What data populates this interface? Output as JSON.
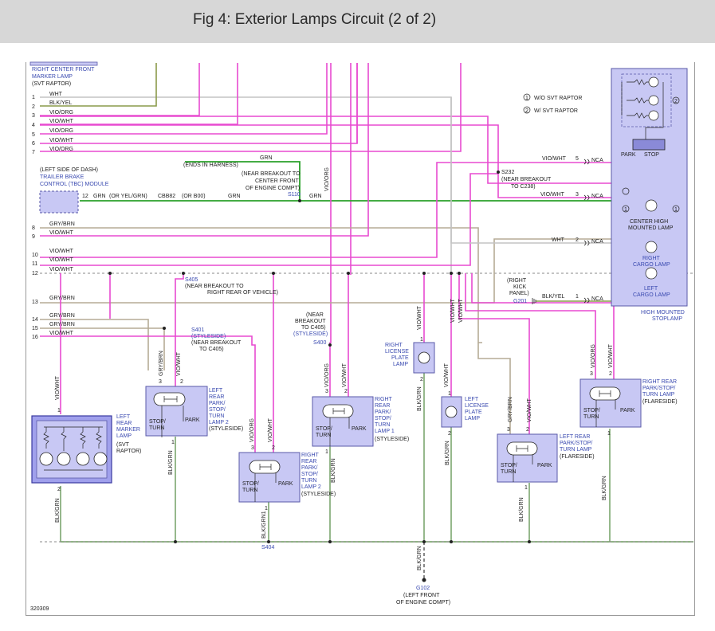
{
  "header": {
    "title": "Fig 4: Exterior Lamps Circuit (2 of 2)"
  },
  "colors": {
    "vio": "#e84ad0",
    "grn": "#2aa02a",
    "gry": "#b8b8b8",
    "gry_brn": "#b5ab96",
    "blk_yel": "#8a9a4a",
    "blk_grn": "#6a9a5a",
    "component_fill": "#c8c8f4",
    "component_stroke": "#5a5aa8",
    "label_blue": "#3a4ab0"
  },
  "top_left": {
    "module_label": [
      "RIGHT CENTER FRONT",
      "MARKER LAMP",
      "(SVT RAPTOR)"
    ],
    "wires": [
      {
        "pin": "1",
        "color": "WHT"
      },
      {
        "pin": "2",
        "color": "BLK/YEL"
      },
      {
        "pin": "3",
        "color": "VIO/ORG"
      },
      {
        "pin": "4",
        "color": "VIO/WHT"
      },
      {
        "pin": "5",
        "color": "VIO/ORG"
      },
      {
        "pin": "6",
        "color": "VIO/WHT"
      },
      {
        "pin": "7",
        "color": "VIO/ORG"
      }
    ]
  },
  "tbc": {
    "label": [
      "(LEFT SIDE OF DASH)",
      "TRAILER BRAKE",
      "CONTROL (TBC) MODULE"
    ],
    "pin": "12",
    "wire1": "GRN",
    "alt1": "(OR YEL/GRN)",
    "connector": "CBB82",
    "alt2": "(OR B00)",
    "wire2": "GRN",
    "ends": "(ENDS IN HARNESS)",
    "ends_wire": "GRN",
    "splice_note": [
      "(NEAR BREAKOUT TO",
      "CENTER FRONT",
      "OF ENGINE COMPT)"
    ],
    "splice": "S110",
    "splice_wire": "GRN",
    "vertical_wire": "VIO/ORG"
  },
  "left_wires": [
    {
      "pin": "8",
      "color": "GRY/BRN"
    },
    {
      "pin": "9",
      "color": "VIO/WHT"
    },
    {
      "pin": "10",
      "color": "VIO/WHT"
    },
    {
      "pin": "11",
      "color": "VIO/WHT"
    },
    {
      "pin": "12",
      "color": "VIO/WHT"
    },
    {
      "pin": "13",
      "color": "GRY/BRN"
    },
    {
      "pin": "14",
      "color": "GRY/BRN"
    },
    {
      "pin": "15",
      "color": "GRY/BRN"
    },
    {
      "pin": "16",
      "color": "VIO/WHT"
    }
  ],
  "splices": {
    "s405": {
      "id": "S405",
      "note": [
        "(NEAR BREAKOUT TO",
        "RIGHT REAR OF VEHICLE)"
      ]
    },
    "s401": {
      "id": "S401",
      "note": [
        "(STYLESIDE)",
        "(NEAR BREAKOUT",
        "TO C405)"
      ]
    },
    "s400": {
      "id": "S400",
      "note": [
        "(NEAR",
        "BREAKOUT",
        "TO C405)",
        "(STYLESIDE)"
      ]
    },
    "s232": {
      "id": "S232",
      "note": [
        "(NEAR BREAKOUT",
        "TO C238)"
      ]
    },
    "s404": {
      "id": "S404"
    }
  },
  "legend": {
    "item1": {
      "num": "1",
      "text": "W/O SVT RAPTOR"
    },
    "item2": {
      "num": "2",
      "text": "W/ SVT RAPTOR"
    }
  },
  "hmsl": {
    "label": [
      "HIGH MOUNTED",
      "STOPLAMP"
    ],
    "park": "PARK",
    "stop": "STOP",
    "chmsl": [
      "CENTER HIGH",
      "MOUNTED LAMP"
    ],
    "rcargo": [
      "RIGHT",
      "CARGO LAMP"
    ],
    "lcargo": [
      "LEFT",
      "CARGO LAMP"
    ],
    "pins": [
      {
        "pin": "5",
        "wire": "VIO/WHT",
        "nca": "NCA"
      },
      {
        "pin": "3",
        "wire": "VIO/WHT",
        "nca": "NCA"
      },
      {
        "pin": "2",
        "wire": "WHT",
        "nca": "NCA"
      },
      {
        "pin": "1",
        "wire": "BLK/YEL",
        "nca": "NCA"
      }
    ],
    "kick": [
      "(RIGHT",
      "KICK",
      "PANEL)"
    ],
    "ground": "G201",
    "circle1": "1",
    "circle2": "2"
  },
  "lamps": {
    "lrm": {
      "label": [
        "LEFT",
        "REAR",
        "MARKER",
        "LAMP",
        "(SVT",
        "RAPTOR)"
      ],
      "top_pin": "1",
      "top_wire": "VIO/WHT",
      "bot_pin": "2",
      "bot_wire": "BLK/GRN"
    },
    "lrp2": {
      "label": [
        "LEFT",
        "REAR",
        "PARK/",
        "STOP/",
        "TURN",
        "LAMP 2",
        "(STYLESIDE)"
      ],
      "pin3": "3",
      "pin2": "2",
      "wire3": "GRY/BRN",
      "wire2": "VIO/WHT",
      "stop": "STOP/",
      "turn": "TURN",
      "park": "PARK",
      "bot_pin": "1",
      "bot_wire": "BLK/GRN"
    },
    "rrp2": {
      "label": [
        "RIGHT",
        "REAR",
        "PARK/",
        "STOP/",
        "TURN",
        "LAMP 2",
        "(STYLESIDE)"
      ],
      "pin3": "3",
      "pin2": "2",
      "wire3": "VIO/ORG",
      "wire2": "VIO/WHT",
      "stop": "STOP/",
      "turn": "TURN",
      "park": "PARK",
      "bot_pin": "1",
      "bot_wire": "BLK/GRN1"
    },
    "rrp1": {
      "label": [
        "RIGHT",
        "REAR",
        "PARK/",
        "STOP/",
        "TURN",
        "LAMP 1",
        "(STYLESIDE)"
      ],
      "pin3": "3",
      "pin2": "2",
      "wire3": "VIO/ORG",
      "wire2": "VIO/WHT",
      "stop": "STOP/",
      "turn": "TURN",
      "park": "PARK",
      "bot_pin": "1",
      "bot_wire": "BLK/GRN"
    },
    "rlic": {
      "label": [
        "RIGHT",
        "LICENSE",
        "PLATE",
        "LAMP"
      ],
      "top_pin": "1",
      "top_wire": "VIO/WHT",
      "bot_pin": "2",
      "bot_wire": "BLK/GRN"
    },
    "llic": {
      "label": [
        "LEFT",
        "LICENSE",
        "PLATE",
        "LAMP"
      ],
      "top_pin": "1",
      "top_wire": "VIO/WHT",
      "bot_pin": "2",
      "bot_wire": "BLK/GRN"
    },
    "lrpf": {
      "label": [
        "LEFT REAR",
        "PARK/STOP/",
        "TURN LAMP",
        "(FLARESIDE)"
      ],
      "pin3": "3",
      "pin2": "2",
      "wire3": "GRY/BRN",
      "wire2": "VIO/WHT",
      "stop": "STOP/",
      "turn": "TURN",
      "park": "PARK",
      "bot_pin": "1",
      "bot_wire": "BLK/GRN"
    },
    "rrpf": {
      "label": [
        "RIGHT REAR",
        "PARK/STOP/",
        "TURN LAMP",
        "(FLARESIDE)"
      ],
      "pin3": "3",
      "pin2": "2",
      "wire3": "VIO/ORG",
      "wire2": "VIO/WHT",
      "stop": "STOP/",
      "turn": "TURN",
      "park": "PARK",
      "bot_pin": "1",
      "bot_wire": "BLK/GRN"
    },
    "vio_wht_rl": "VIO/WHT",
    "vio_wht_ll": "VIO/WHT",
    "vio_wht_r2": "VIO/WHT",
    "gry_brn_fl": "GRY/BRN"
  },
  "ground": {
    "wire": "BLK/GRN",
    "id": "G102",
    "note": [
      "(LEFT FRONT",
      "OF ENGINE COMPT)"
    ]
  },
  "figure_id": "320309"
}
